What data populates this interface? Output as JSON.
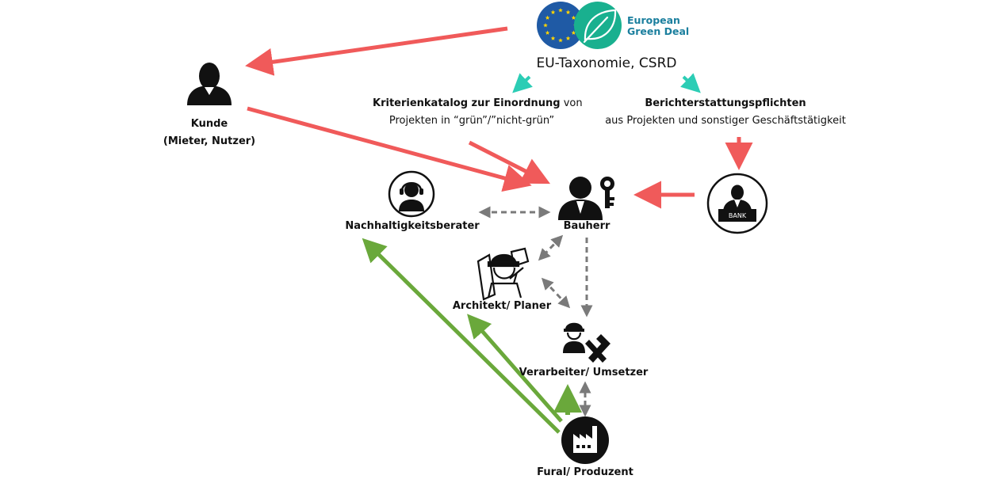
{
  "logo": {
    "line1": "European",
    "line2": "Green Deal",
    "eu_blue": "#1f5aa5",
    "star_yellow": "#ffd400",
    "leaf_green": "#19b08f",
    "text_color": "#1b7f9e"
  },
  "header": {
    "title": "EU-Taxonomie, CSRD"
  },
  "criteria": {
    "bold": "Kriterienkatalog zur Einordnung",
    "rest": " von",
    "line2": "Projekten in “grün”/”nicht-grün”"
  },
  "reporting": {
    "line1": "Berichterstattungspflichten",
    "line2": "aus Projekten und sonstiger Geschäftstätigkeit"
  },
  "nodes": {
    "kunde": {
      "label": "Kunde",
      "sublabel": "(Mieter, Nutzer)",
      "icon": "person-icon"
    },
    "berater": {
      "label": "Nachhaltigkeitsberater",
      "icon": "headset-consultant-icon"
    },
    "bauherr": {
      "label": "Bauherr",
      "icon": "owner-with-key-icon"
    },
    "bank": {
      "label": "BANK",
      "icon": "bank-clerk-icon"
    },
    "architekt": {
      "label": "Architekt/ Planer",
      "icon": "architect-icon"
    },
    "verarbeiter": {
      "label": "Verarbeiter/ Umsetzer",
      "icon": "worker-tools-icon"
    },
    "produzent": {
      "label": "Fural/ Produzent",
      "icon": "factory-icon"
    }
  },
  "colors": {
    "red": "#f05a5a",
    "teal": "#2ccdb5",
    "green": "#6aa83b",
    "gray": "#7a7a7a",
    "black": "#111111"
  }
}
